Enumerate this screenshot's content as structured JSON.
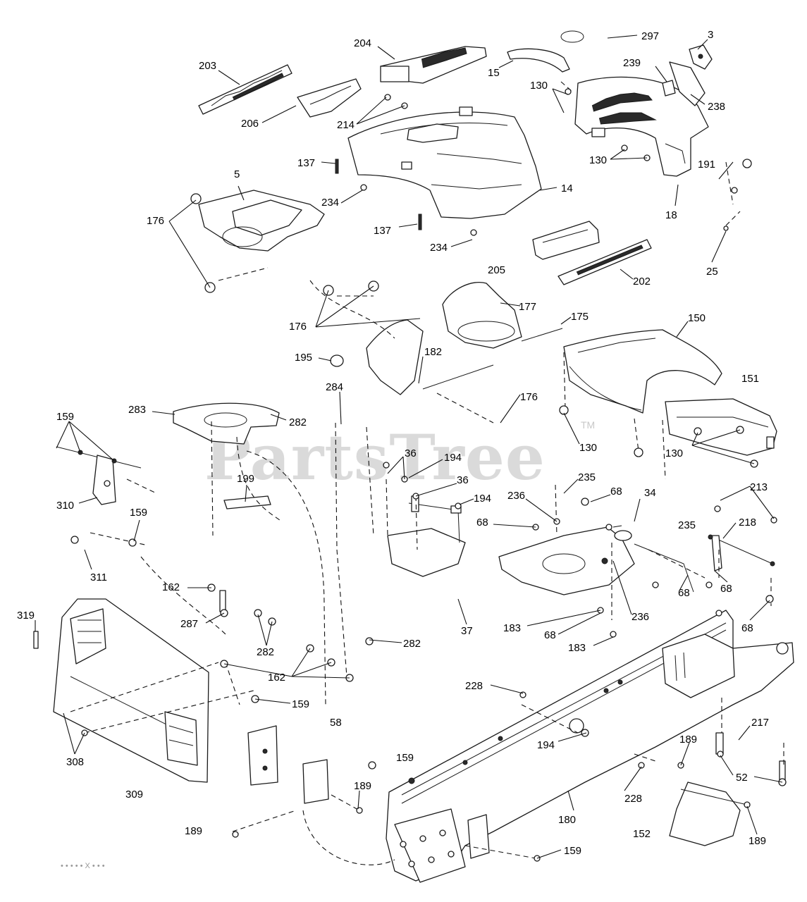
{
  "watermark": {
    "text": "PartsTree",
    "mark": "TM"
  },
  "footer_faint": "• • • • • X • • •",
  "part_numbers": [
    "297",
    "3",
    "204",
    "203",
    "239",
    "15",
    "130",
    "238",
    "206",
    "214",
    "137",
    "130",
    "191",
    "5",
    "234",
    "14",
    "18",
    "176",
    "137",
    "234",
    "25",
    "205",
    "202",
    "177",
    "175",
    "176",
    "150",
    "195",
    "182",
    "151",
    "284",
    "176",
    "283",
    "282",
    "159",
    "130",
    "130",
    "36",
    "194",
    "199",
    "36",
    "235",
    "310",
    "194",
    "68",
    "236",
    "34",
    "213",
    "159",
    "68",
    "235",
    "218",
    "311",
    "162",
    "68",
    "68",
    "287",
    "236",
    "319",
    "282",
    "37",
    "183",
    "68",
    "282",
    "183",
    "68",
    "162",
    "159",
    "228",
    "58",
    "217",
    "194",
    "189",
    "308",
    "159",
    "309",
    "189",
    "228",
    "52",
    "180",
    "189",
    "152",
    "159",
    "189"
  ]
}
